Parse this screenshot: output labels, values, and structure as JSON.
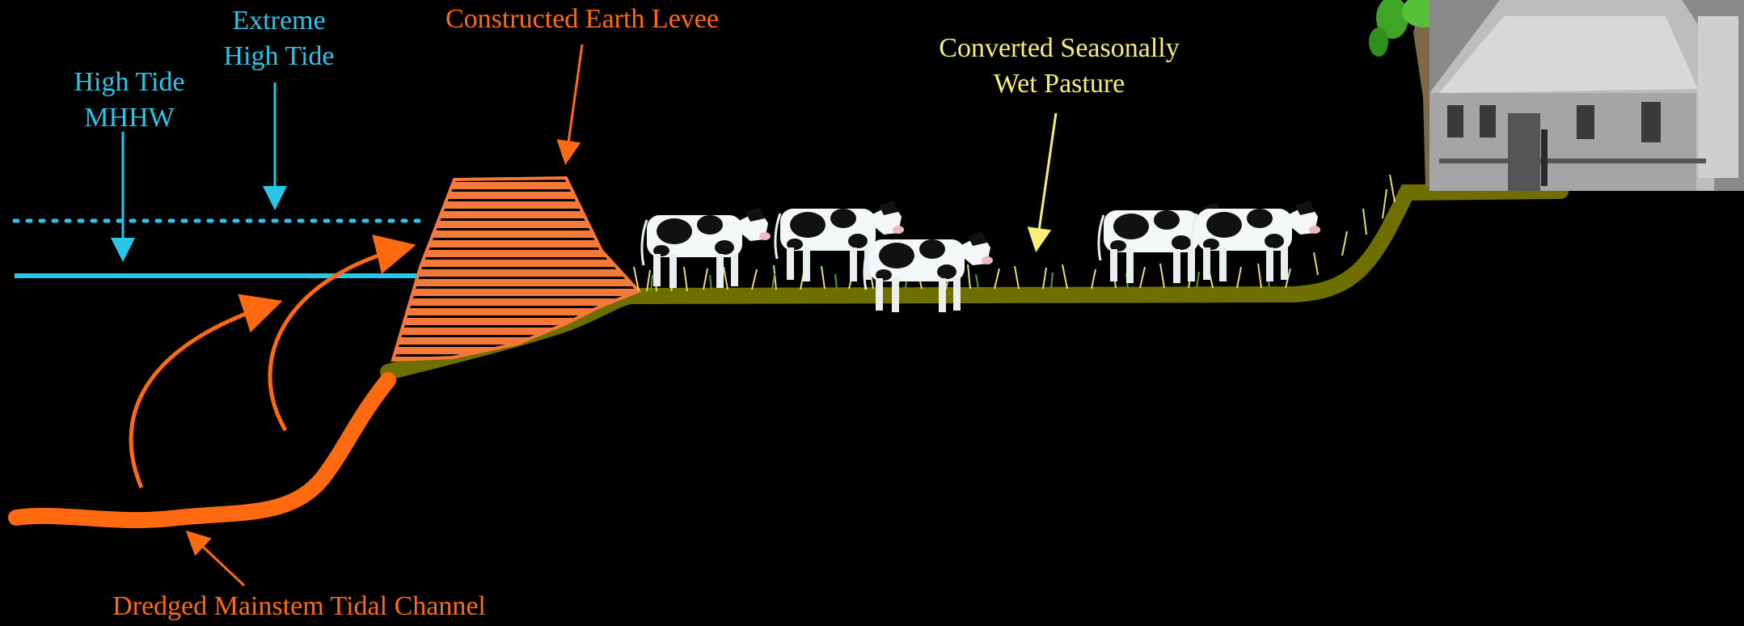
{
  "labels": {
    "high_tide": [
      "High Tide",
      "MHHW"
    ],
    "extreme_high_tide": [
      "Extreme",
      "High Tide"
    ],
    "levee": "Constructed Earth Levee",
    "pasture": [
      "Converted Seasonally",
      "Wet Pasture"
    ],
    "channel": "Dredged Mainstem Tidal Channel"
  },
  "colors": {
    "background": "#000000",
    "water": "#29c6e8",
    "levee": "#f5793a",
    "channel": "#ff6a10",
    "ground": "#6f6f00",
    "pasture_text": "#f7ee7a",
    "grass": "#e8dc7a",
    "grass_green": "#5a9a2a"
  },
  "icons": [
    "cow-icon",
    "farmhouse-icon",
    "tree-icon",
    "grass-icon"
  ]
}
